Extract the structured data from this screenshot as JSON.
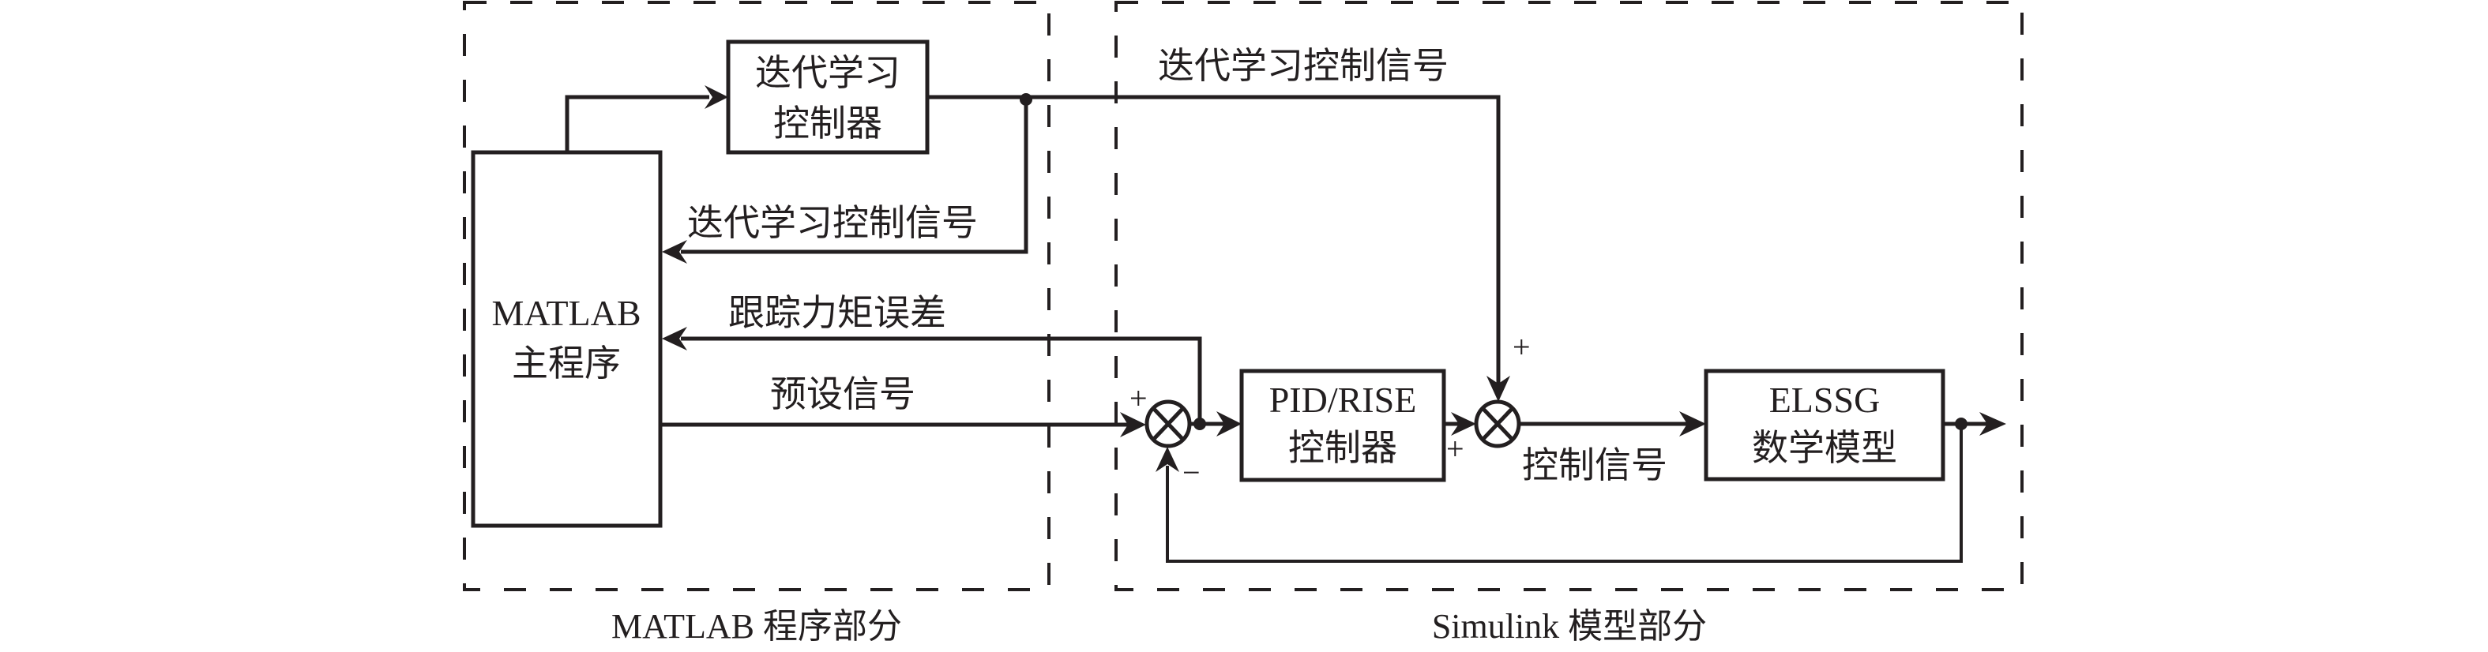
{
  "diagram": {
    "regions": {
      "matlab": {
        "caption": "MATLAB 程序部分"
      },
      "simulink": {
        "caption": "Simulink 模型部分"
      }
    },
    "blocks": {
      "matlab_main": {
        "line1": "MATLAB",
        "line2": "主程序"
      },
      "ilc_controller": {
        "line1": "迭代学习",
        "line2": "控制器"
      },
      "pid_rise": {
        "line1": "PID/RISE",
        "line2": "控制器"
      },
      "elssg_model": {
        "line1": "ELSSG",
        "line2": "数学模型"
      }
    },
    "signals": {
      "ilc_signal_top": "迭代学习控制信号",
      "ilc_signal_feedback": "迭代学习控制信号",
      "tracking_error": "跟踪力矩误差",
      "preset_signal": "预设信号",
      "control_signal": "控制信号"
    },
    "signs": {
      "sum1_plus": "+",
      "sum1_minus": "−",
      "sum2_plus_top": "+",
      "sum2_plus_left": "+"
    }
  }
}
